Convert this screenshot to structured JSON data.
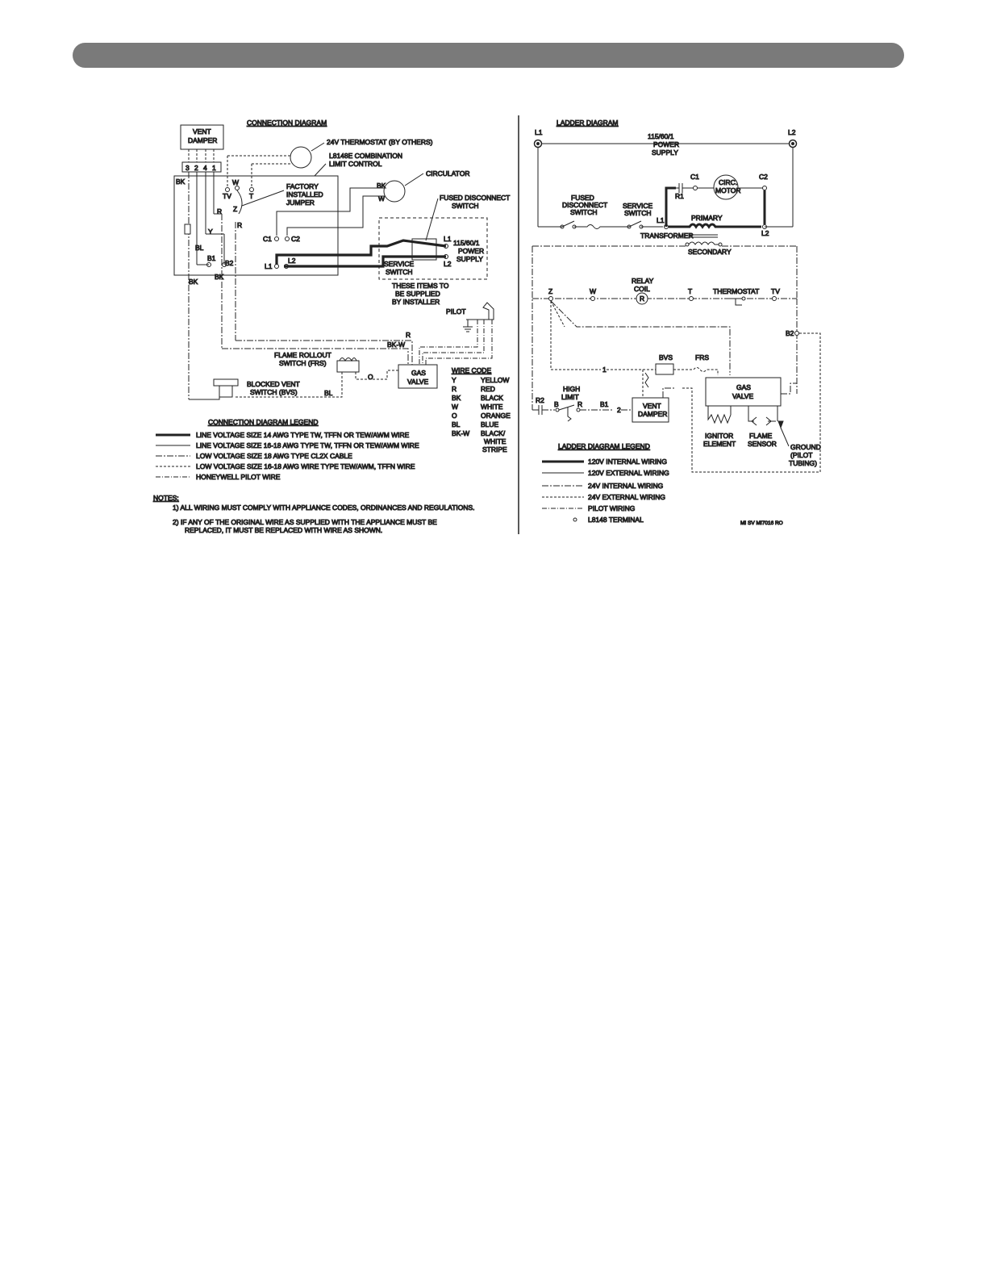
{
  "connection": {
    "title": "CONNECTION DIAGRAM",
    "vent_damper": [
      "VENT",
      "DAMPER"
    ],
    "vent_terminals": [
      "3",
      "2",
      "4",
      "1"
    ],
    "thermostat": "24V THERMOSTAT (BY OTHERS)",
    "limit_control": [
      "L8148E COMBINATION",
      "LIMIT CONTROL"
    ],
    "circulator": "CIRCULATOR",
    "jumper": [
      "FACTORY",
      "INSTALLED",
      "JUMPER"
    ],
    "fused_disconnect": [
      "FUSED DISCONNECT",
      "SWITCH"
    ],
    "power_supply": [
      "115/60/1",
      "POWER",
      "SUPPLY"
    ],
    "service_switch": [
      "SERVICE",
      "SWITCH"
    ],
    "installer_note": [
      "THESE ITEMS TO",
      "BE SUPPLIED",
      "BY INSTALLER"
    ],
    "pilot": "PILOT",
    "flame_rollout": [
      "FLAME ROLLOUT",
      "SWITCH (FRS)"
    ],
    "gas_valve": [
      "GAS",
      "VALVE"
    ],
    "blocked_vent": [
      "BLOCKED VENT",
      "SWITCH (BVS)"
    ],
    "terminals": {
      "tv": "TV",
      "t": "T",
      "w": "W",
      "r": "R",
      "z": "Z",
      "c1": "C1",
      "c2": "C2",
      "l1": "L1",
      "l2": "L2",
      "b1": "B1",
      "b2": "B2"
    },
    "wire_labels": {
      "bk": "BK",
      "y": "Y",
      "bl": "BL",
      "r": "R",
      "o": "O",
      "bkw": "BK-W",
      "w": "W"
    }
  },
  "wire_code": {
    "title": "WIRE CODE",
    "entries": [
      {
        "code": "Y",
        "name": "YELLOW"
      },
      {
        "code": "R",
        "name": "RED"
      },
      {
        "code": "BK",
        "name": "BLACK"
      },
      {
        "code": "W",
        "name": "WHITE"
      },
      {
        "code": "O",
        "name": "ORANGE"
      },
      {
        "code": "BL",
        "name": "BLUE"
      },
      {
        "code": "BK-W",
        "name": "BLACK/"
      }
    ],
    "extra": [
      "WHITE",
      "STRIPE"
    ]
  },
  "connection_legend": {
    "title": "CONNECTION DIAGRAM LEGEND",
    "entries": [
      "LINE VOLTAGE SIZE 14 AWG TYPE TW, TFFN OR TEW/AWM WIRE",
      "LINE VOLTAGE SIZE 16-18 AWG TYPE TW, TFFN OR TEW/AWM WIRE",
      "LOW VOLTAGE SIZE 18 AWG TYPE CL2X CABLE",
      "LOW VOLTAGE SIZE 16-18 AWG WIRE TYPE TEW/AWM, TFFN WIRE",
      "HONEYWELL PILOT WIRE"
    ]
  },
  "notes": {
    "title": "NOTES:",
    "n1": "1)  ALL WIRING MUST COMPLY WITH APPLIANCE CODES, ORDINANCES AND REGULATIONS.",
    "n2a": "2)  IF ANY OF THE ORIGINAL WIRE AS SUPPLIED WITH THE APPLIANCE MUST BE",
    "n2b": "REPLACED, IT MUST BE REPLACED WITH WIRE AS SHOWN."
  },
  "ladder": {
    "title": "LADDER DIAGRAM",
    "l1": "L1",
    "l2": "L2",
    "power_supply": [
      "115/60/1",
      "POWER",
      "SUPPLY"
    ],
    "fused_disconnect": [
      "FUSED",
      "DISCONNECT",
      "SWITCH"
    ],
    "service_switch": [
      "SERVICE",
      "SWITCH"
    ],
    "c1": "C1",
    "c2": "C2",
    "r1": "R1",
    "circ_motor": [
      "CIRC.",
      "MOTOR"
    ],
    "primary": "PRIMARY",
    "transformer": "TRANSFORMER",
    "secondary": "SECONDARY",
    "relay_coil": [
      "RELAY",
      "COIL"
    ],
    "relay_r": "R",
    "thermostat": "THERMOSTAT",
    "z": "Z",
    "w": "W",
    "t": "T",
    "tv": "TV",
    "b2": "B2",
    "r2": "R2",
    "b1": "B1",
    "bvs": "BVS",
    "frs": "FRS",
    "high_limit": [
      "HIGH",
      "LIMIT"
    ],
    "hl_b": "B",
    "hl_r": "R",
    "vent_damper": [
      "VENT",
      "DAMPER"
    ],
    "gas_valve": [
      "GAS",
      "VALVE"
    ],
    "ignitor": [
      "IGNITOR",
      "ELEMENT"
    ],
    "flame_sensor": [
      "FLAME",
      "SENSOR"
    ],
    "ground": [
      "GROUND",
      "(PILOT",
      "TUBING)"
    ],
    "conn_1": "1",
    "conn_2": "2"
  },
  "ladder_legend": {
    "title": "LADDER DIAGRAM LEGEND",
    "entries": [
      "120V INTERNAL WIRING",
      "120V EXTERNAL WIRING",
      "24V INTERNAL WIRING",
      "24V EXTERNAL WIRING",
      "PILOT WIRING",
      "L8148 TERMINAL"
    ]
  },
  "figure_code": "MI SV    MI7016 RO"
}
